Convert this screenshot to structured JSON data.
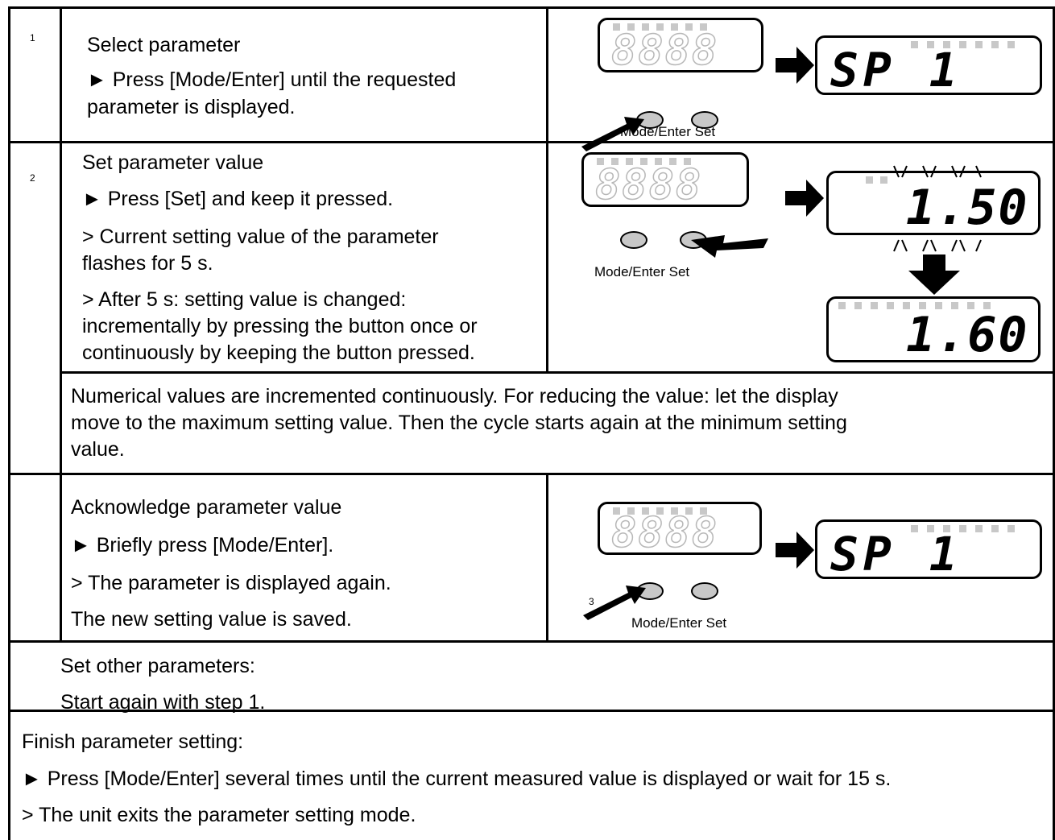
{
  "step1": {
    "number": "1",
    "title": "Select parameter",
    "line1": "► Press [Mode/Enter] until the requested",
    "line2": "parameter is displayed.",
    "display_before": "8888",
    "display_after": "SP 1",
    "button_label": "Mode/Enter  Set"
  },
  "step2": {
    "number": "2",
    "title": "Set parameter value",
    "line1": "► Press [Set] and keep it pressed.",
    "line2": "> Current setting value of the parameter",
    "line3": "flashes for 5 s.",
    "line4": "> After 5 s: setting value is changed:",
    "line5": "incrementally by pressing the button once or",
    "line6": "continuously by keeping the button pressed.",
    "display_before": "8888",
    "display_flash": "1.50",
    "display_after": "1.60",
    "button_label": "Mode/Enter  Set",
    "note_line1": "Numerical values are incremented continuously. For reducing the value: let the display",
    "note_line2": "move to the maximum setting value. Then the cycle starts again at the minimum setting",
    "note_line3": "value."
  },
  "step3": {
    "number": "3",
    "title": "Acknowledge parameter value",
    "line1": "► Briefly press [Mode/Enter].",
    "line2": "> The parameter is displayed again.",
    "line3": "The new setting value is saved.",
    "display_before": "8888",
    "display_after": "SP 1",
    "button_label": "Mode/Enter  Set"
  },
  "other": {
    "line1": "Set other parameters:",
    "line2": "Start again with step 1."
  },
  "finish": {
    "line1": "Finish parameter setting:",
    "line2": "► Press [Mode/Enter] several times until the current measured value is displayed or wait for 15 s.",
    "line3": "> The unit exits the parameter setting mode."
  }
}
